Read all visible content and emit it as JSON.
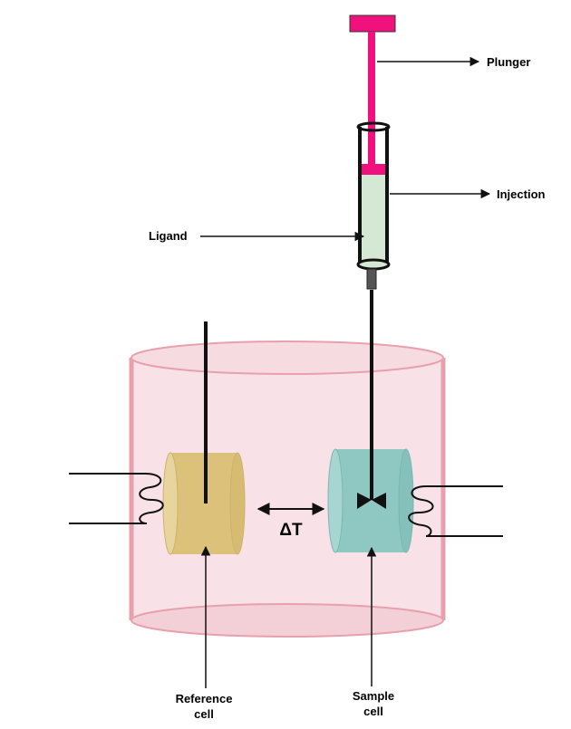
{
  "labels": {
    "plunger": "Plunger",
    "injection": "Injection",
    "ligand": "Ligand",
    "delta_t": "ΔT",
    "reference_line1": "Reference",
    "reference_line2": "cell",
    "sample_line1": "Sample",
    "sample_line2": "cell"
  },
  "colors": {
    "plunger": "#f0107e",
    "ligand_fluid": "#d5e8d4",
    "jacket": "#f8e2e7",
    "jacket_edge": "#e8a0ad",
    "reference_cell": "#dcc17a",
    "sample_cell": "#8fc8c2",
    "line": "#111111"
  }
}
